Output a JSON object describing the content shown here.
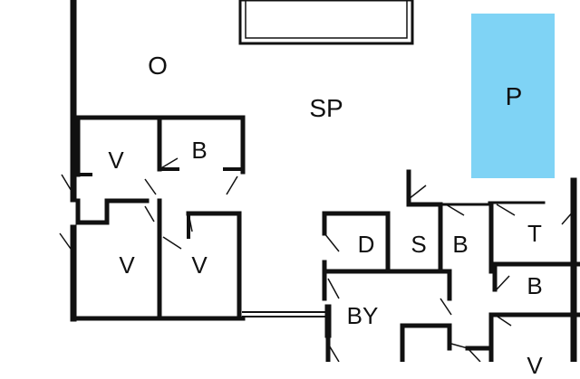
{
  "floorplan": {
    "colors": {
      "wall": "#111111",
      "pool": "#7fd3f5",
      "background": "#ffffff",
      "window": "#ffffff"
    },
    "labels": {
      "o": "O",
      "sp": "SP",
      "p": "P",
      "v1": "V",
      "b1": "B",
      "v2": "V",
      "v3": "V",
      "d": "D",
      "s": "S",
      "b2": "B",
      "t": "T",
      "b3": "B",
      "by": "BY",
      "v4": "V"
    }
  }
}
